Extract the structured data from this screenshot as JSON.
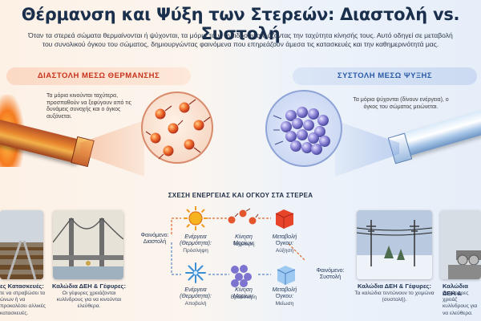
{
  "header": {
    "title": "Θέρμανση και Ψύξη των Στερεών: Διαστολή vs. Συστολή",
    "intro_line1": "Όταν τα στερεά σώματα θερμαίνονται ή ψύχονται, τα μόρια τους αντιδρούν αλλάζοντας την ταχύτητα κίνησής τους. Αυτό οδηγεί σε μεταβολή",
    "intro_line2": "του συνολικού όγκου του σώματος, δημιουργώντας φαινόμενα που επηρεάζουν άμεσα τις κατασκευές και την καθημερινότητά μας."
  },
  "expansion": {
    "pill": "ΔΙΑΣΤΟΛΗ ΜΕΣΩ ΘΕΡΜΑΝΣΗΣ",
    "note": "Τα μόρια κινούνται ταχύτερα, προσπαθούν να ξεφύγουν από τις δυνάμεις συνοχής και ο όγκος αυξάνεται."
  },
  "contraction": {
    "pill": "ΣΥΣΤΟΛΗ ΜΕΣΩ ΨΥΞΗΣ",
    "note": "Τα μόρια ψύχονται (δίνουν ενέργεια), ο όγκος του σώματος μειώνεται."
  },
  "relation": {
    "title": "ΣΧΕΣΗ ΕΝΕΡΓΕΙΑΣ ΚΑΙ ΟΓΚΟΥ ΣΤΑ ΣΤΕΡΕΑ",
    "phenomenon_expansion": "Φαινόμενο: Διαστολή",
    "phenomenon_contraction": "Φαινόμενο: Συστολή",
    "energy_label": "Ενέργεια (Θερμότητα):",
    "energy_in": "Πρόσληψη",
    "energy_out": "Αποβολή",
    "motion_label": "Κίνηση Μορίων:",
    "motion_fast": "Ταχύτερη",
    "motion_slow": "Βραδύτερη",
    "volume_label": "Μεταβολή Όγκου:",
    "volume_up": "Αύξηση",
    "volume_down": "Μείωση"
  },
  "examples": {
    "rails_title": "ες Κατασκευές:",
    "rails_text": "τε να στραβώσει τα ώνων ή να προκαλέσει αλλικές κατασκευές.",
    "bridge_left_title": "Καλώδια ΔΕΗ & Γέφυρες:",
    "bridge_left_text": "Οι γέφυρες χρειάζονται κυλίνδρους για να κινούνται ελεύθερα.",
    "wires_title": "Καλώδια ΔΕΗ & Γέφυρες:",
    "wires_text": "Τα καλώδια τεντώνουν το χειμώνα (συστολή).",
    "bridge_right_title": "Καλώδια ΔΕΗ &",
    "bridge_right_text": "Οι γέφυρες χρειάζ κυλίνδρους για να ελεύθερα."
  },
  "colors": {
    "hot_accent": "#c8321b",
    "cold_accent": "#2a5aa8",
    "title": "#1a2f4c"
  }
}
